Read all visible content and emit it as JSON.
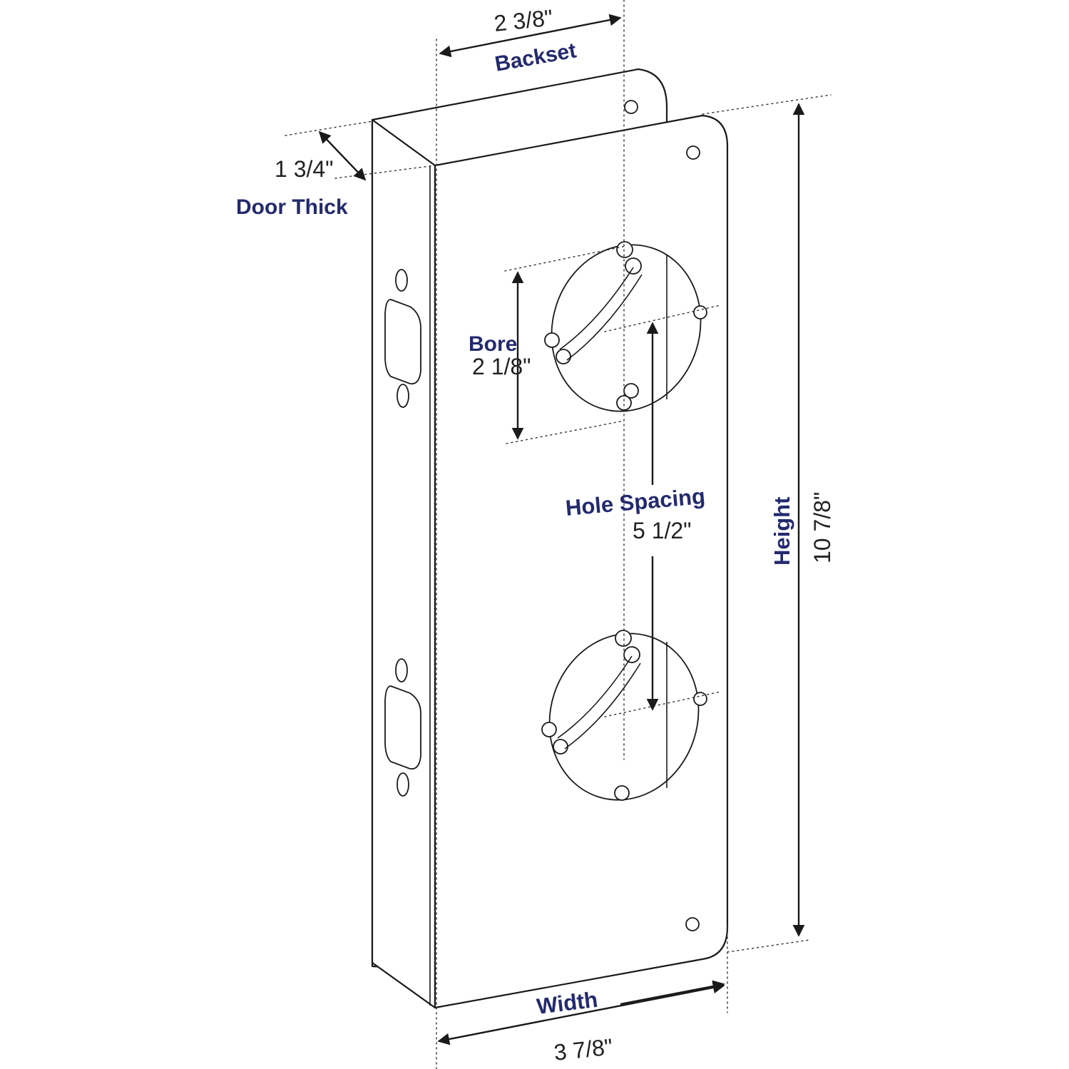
{
  "labels": {
    "backset": {
      "name": "Backset",
      "value": "2 3/8\""
    },
    "door_thick": {
      "name": "Door Thick",
      "value": "1 3/4\""
    },
    "bore": {
      "name": "Bore",
      "value": "2 1/8\""
    },
    "hole_spacing": {
      "name": "Hole Spacing",
      "value": "5 1/2\""
    },
    "height": {
      "name": "Height",
      "value": "10 7/8\""
    },
    "width": {
      "name": "Width",
      "value": "3 7/8\""
    }
  },
  "colors": {
    "label_text": "#232a6e",
    "dimension_text": "#222222",
    "outline": "#1a1a1a",
    "background": "#ffffff"
  }
}
